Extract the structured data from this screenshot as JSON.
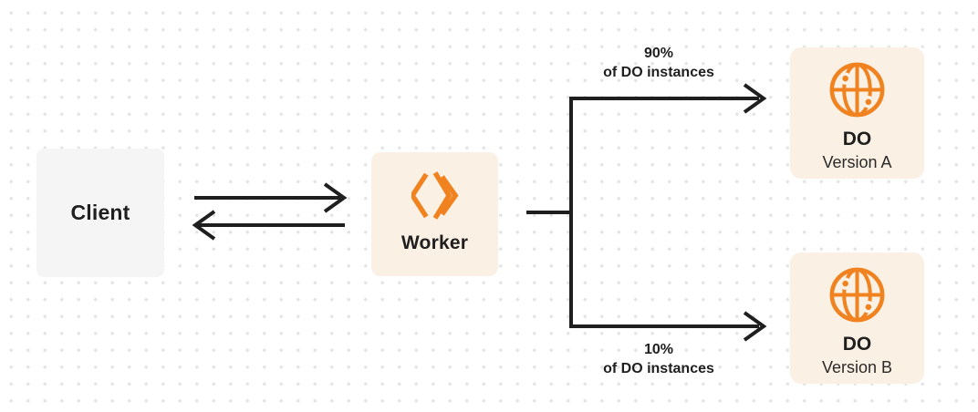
{
  "diagram": {
    "client": {
      "label": "Client"
    },
    "worker": {
      "label": "Worker"
    },
    "do_version_a": {
      "title": "DO",
      "subtitle": "Version A"
    },
    "do_version_b": {
      "title": "DO",
      "subtitle": "Version B"
    },
    "branch_top": {
      "percent": "90%",
      "caption": "of DO instances"
    },
    "branch_bottom": {
      "percent": "10%",
      "caption": "of DO instances"
    }
  },
  "icons": {
    "worker_logo": "cloudflare-workers-icon",
    "do_globe": "durable-object-globe-icon"
  },
  "colors": {
    "accent_orange": "#F0821F",
    "box_cream": "#FAF0E4",
    "box_gray": "#F5F5F6",
    "line_dark": "#1F1F1F",
    "text_dark": "#1F1F1F",
    "dot_grid": "#E5E4E8",
    "page_bg": "#FFFFFF"
  }
}
